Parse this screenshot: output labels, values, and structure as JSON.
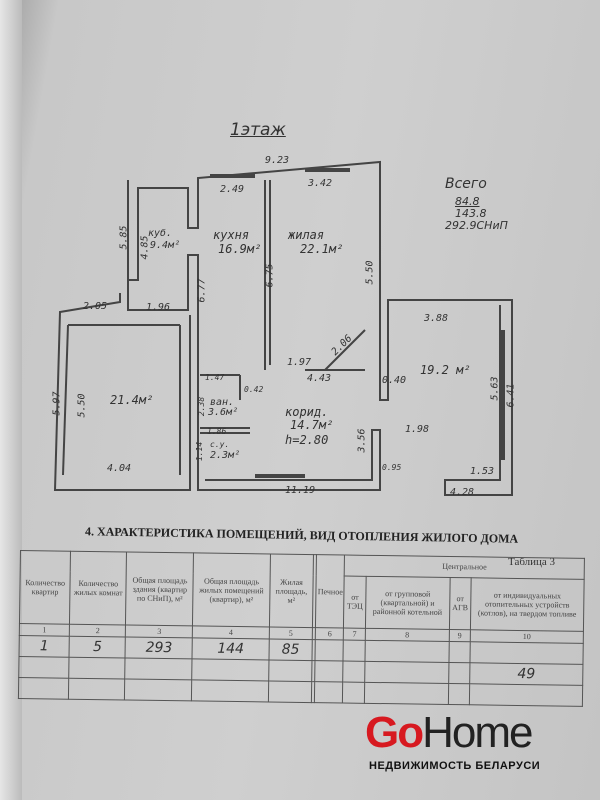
{
  "plan": {
    "title": "1этаж",
    "rooms": [
      {
        "name": "куб.",
        "area": "9.4м²"
      },
      {
        "name": "кухня",
        "area": "16.9м²"
      },
      {
        "name": "жилая",
        "area": "22.1м²"
      },
      {
        "name": "",
        "area": "21.4м²"
      },
      {
        "name": "",
        "area": "19.2 м²"
      },
      {
        "name": "ван.",
        "area": "3.6м²"
      },
      {
        "name": "корид.",
        "area": "14.7м²"
      },
      {
        "name": "с.у.",
        "area": "2.3м²"
      }
    ],
    "height": "h=2.80",
    "dims": [
      "9.23",
      "2.49",
      "3.42",
      "5.85",
      "4.85",
      "6.77",
      "6.75",
      "5.50",
      "2.05",
      "1.96",
      "2.06",
      "3.88",
      "1.97",
      "4.43",
      "0.40",
      "5.97",
      "5.50",
      "1.47",
      "0.42",
      "2.38",
      "1.86",
      "1.14",
      "4.04",
      "3.56",
      "1.98",
      "5.63",
      "6.41",
      "0.95",
      "1.53",
      "11.19",
      "4.28"
    ],
    "total": {
      "label": "Всего",
      "living": "84.8",
      "general": "143.8",
      "snip": "292.9СНиП"
    }
  },
  "table": {
    "section_title": "4. ХАРАКТЕРИСТИКА ПОМЕЩЕНИЙ, ВИД ОТОПЛЕНИЯ ЖИЛОГО ДОМА",
    "table_no": "Таблица 3",
    "headers": [
      "Количество квартир",
      "Количество жилых комнат",
      "Общая площадь здания (квартир по СНиП), м²",
      "Общая площадь жилых помещений (квартир), м²",
      "Жилая площадь, м²",
      "",
      "Печное",
      "Центральное",
      "от ТЭЦ",
      "от групповой (квартальной) и районной котельной",
      "от АГВ",
      "от индивидуальных отопительных устройств (котлов), на твердом топливе"
    ],
    "col_numbers": [
      "1",
      "2",
      "3",
      "4",
      "5",
      "6",
      "7",
      "8",
      "9",
      "10"
    ],
    "row": [
      "1",
      "5",
      "293",
      "144",
      "85"
    ],
    "extra_value": "49"
  },
  "logo": {
    "brand_go": "Go",
    "brand_home": "Home",
    "tagline": "НЕДВИЖИМОСТЬ БЕЛАРУСИ",
    "accent": "#d71920"
  }
}
